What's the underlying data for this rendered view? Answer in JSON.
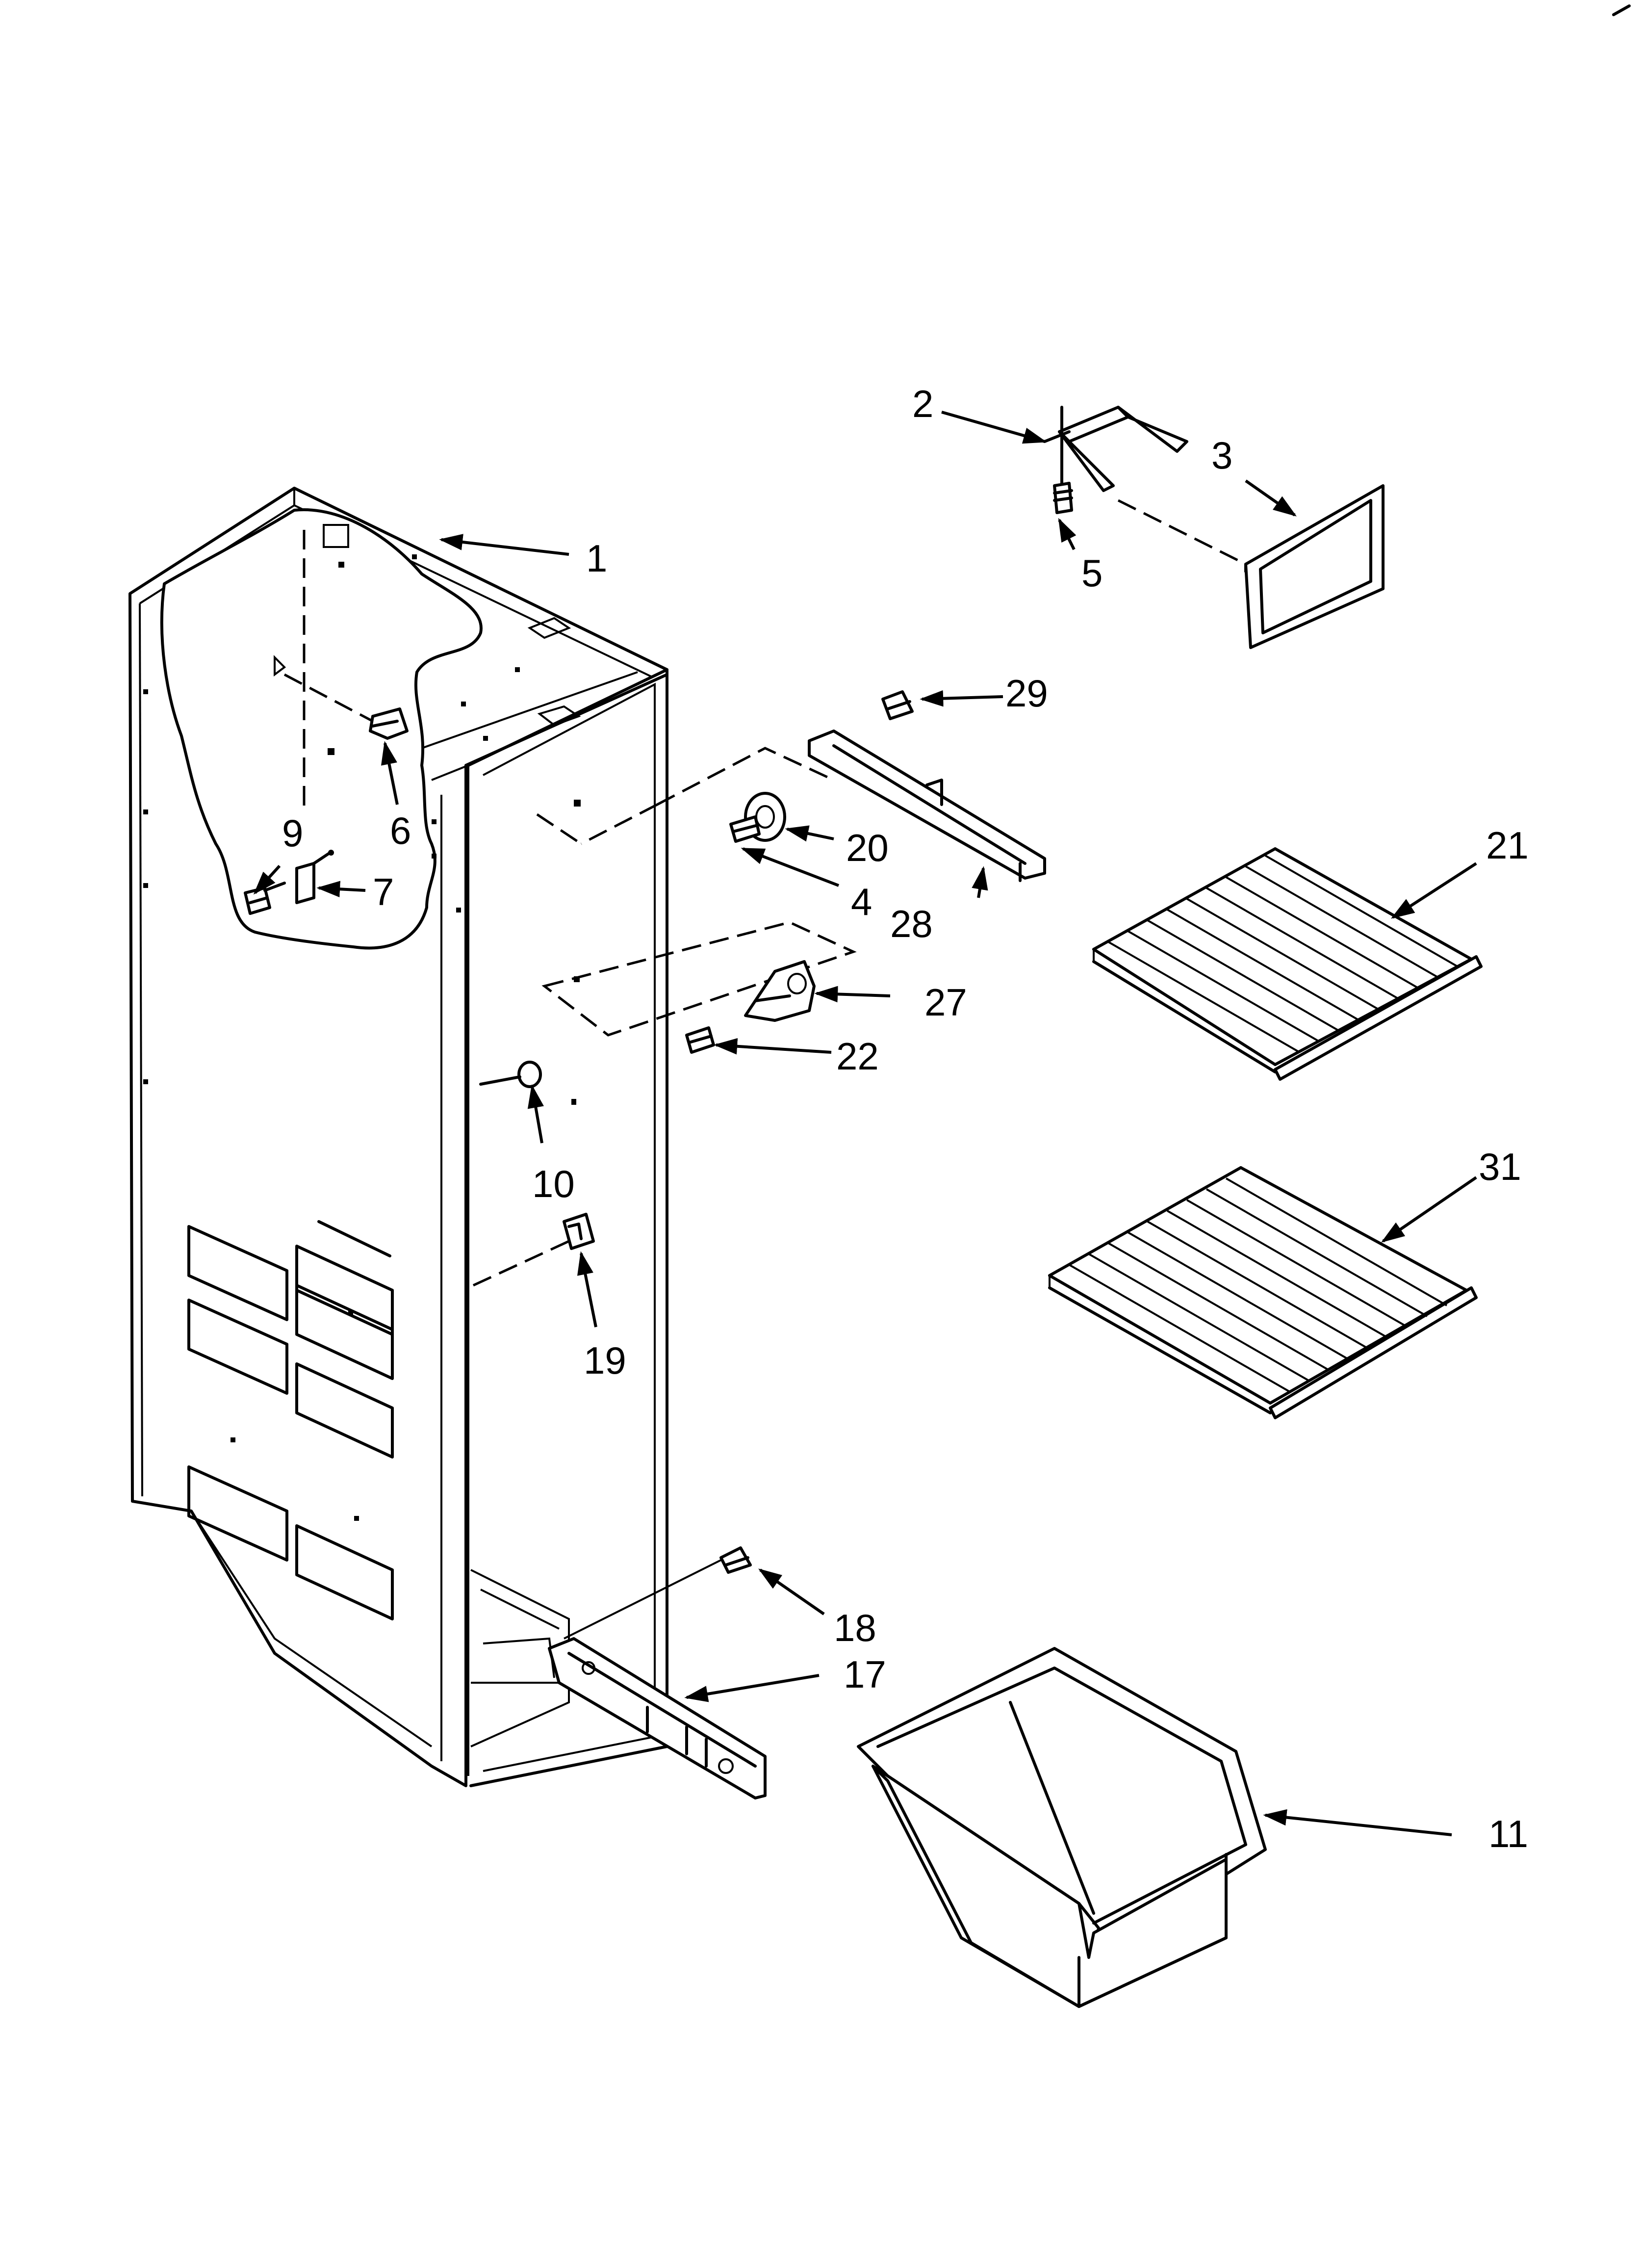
{
  "callouts": [
    {
      "id": "1",
      "label": "1"
    },
    {
      "id": "2",
      "label": "2"
    },
    {
      "id": "3",
      "label": "3"
    },
    {
      "id": "4",
      "label": "4"
    },
    {
      "id": "5",
      "label": "5"
    },
    {
      "id": "6",
      "label": "6"
    },
    {
      "id": "7",
      "label": "7"
    },
    {
      "id": "9",
      "label": "9"
    },
    {
      "id": "10",
      "label": "10"
    },
    {
      "id": "11",
      "label": "11"
    },
    {
      "id": "17",
      "label": "17"
    },
    {
      "id": "18",
      "label": "18"
    },
    {
      "id": "19",
      "label": "19"
    },
    {
      "id": "20",
      "label": "20"
    },
    {
      "id": "21",
      "label": "21"
    },
    {
      "id": "22",
      "label": "22"
    },
    {
      "id": "27",
      "label": "27"
    },
    {
      "id": "28",
      "label": "28"
    },
    {
      "id": "29",
      "label": "29"
    },
    {
      "id": "31",
      "label": "31"
    }
  ]
}
